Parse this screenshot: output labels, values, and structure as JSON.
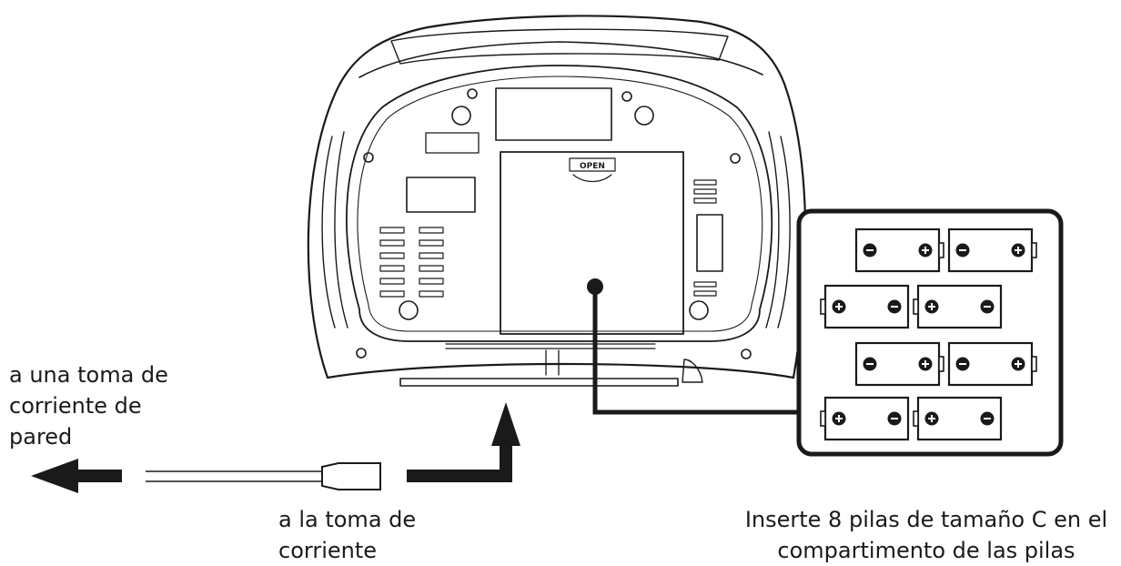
{
  "labels": {
    "wall_outlet": [
      "a una toma de",
      "corriente de",
      "pared"
    ],
    "power_socket": [
      "a la toma de",
      "corriente"
    ],
    "battery_instruction": [
      "Inserte 8 pilas de tamaño C en el",
      "compartimento de las pilas"
    ]
  },
  "device": {
    "door_label": "OPEN"
  },
  "battery_compartment": {
    "battery_count": 8,
    "rows": [
      [
        "-",
        "+",
        "-",
        "+"
      ],
      [
        "+",
        "-",
        "+",
        "-"
      ],
      [
        "-",
        "+",
        "-",
        "+"
      ],
      [
        "+",
        "-",
        "+",
        "-"
      ]
    ]
  },
  "colors": {
    "line": "#1a1a1a",
    "background": "#ffffff"
  }
}
